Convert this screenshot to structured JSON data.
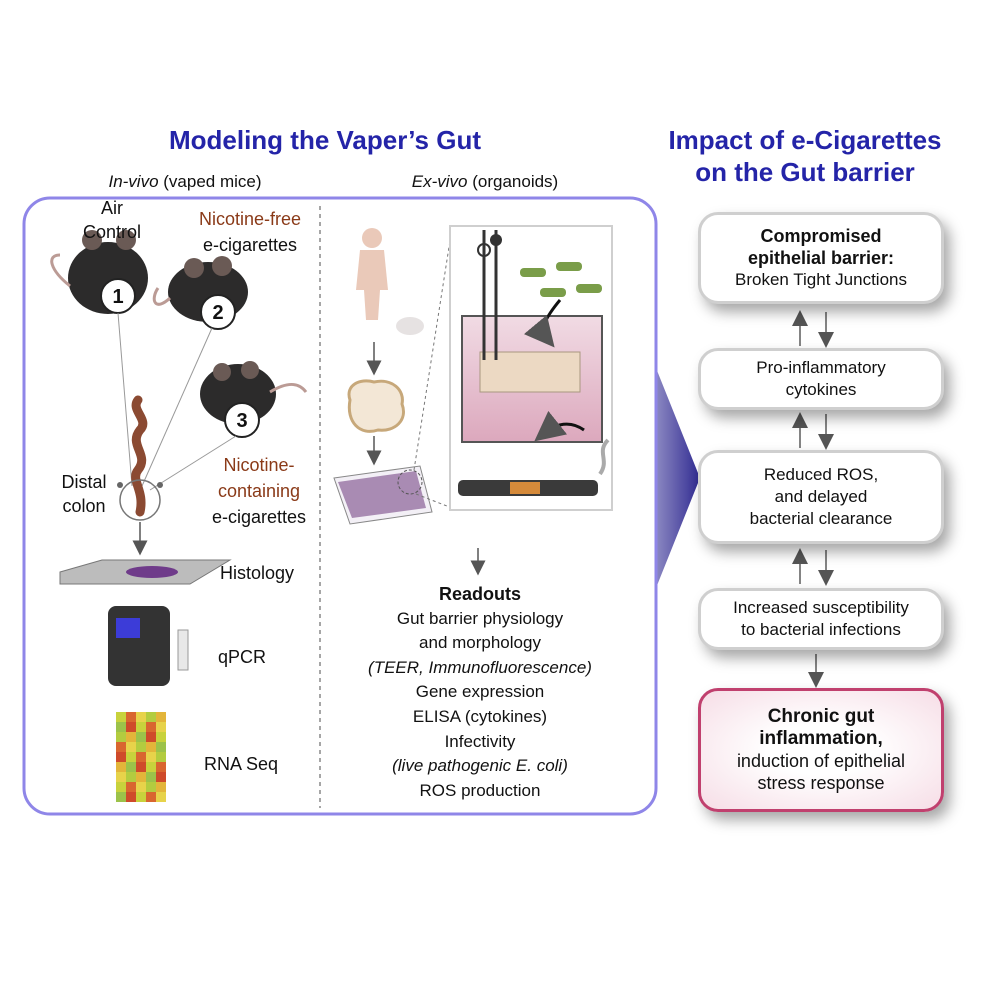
{
  "left_title": "Modeling the Vaper’s Gut",
  "right_title_line1": "Impact of e-Cigarettes",
  "right_title_line2": "on the Gut barrier",
  "in_vivo": {
    "italic": "In-vivo",
    "rest": " (vaped mice)"
  },
  "ex_vivo": {
    "italic": "Ex-vivo",
    "rest": " (organoids)"
  },
  "mice": {
    "air_line1": "Air",
    "air_line2": "Control",
    "nic_free_line1": "Nicotine-free",
    "nic_free_line2": "e-cigarettes",
    "nic_cont_line1": "Nicotine-",
    "nic_cont_line2": "containing",
    "nic_cont_line3": "e-cigarettes",
    "badges": [
      "1",
      "2",
      "3"
    ]
  },
  "distal_colon_line1": "Distal",
  "distal_colon_line2": "colon",
  "methods": [
    "Histology",
    "qPCR",
    "RNA Seq"
  ],
  "readouts": {
    "title": "Readouts",
    "lines": [
      "Gut barrier physiology",
      "and morphology",
      "(TEER, Immunofluorescence)",
      "Gene expression",
      "ELISA (cytokines)",
      "Infectivity",
      "(live pathogenic E. coli)",
      "ROS production"
    ]
  },
  "flow": {
    "box1_bold1": "Compromised",
    "box1_bold2": "epithelial barrier:",
    "box1_text": "Broken Tight Junctions",
    "box2_line1": "Pro-inflammatory",
    "box2_line2": "cytokines",
    "box3_line1": "Reduced ROS,",
    "box3_line2": "and delayed",
    "box3_line3": "bacterial clearance",
    "box4_line1": "Increased susceptibility",
    "box4_line2": "to bacterial infections",
    "box5_bold1": "Chronic gut",
    "box5_bold2": "inflammation,",
    "box5_line1": "induction of epithelial",
    "box5_line2": "stress response"
  },
  "colors": {
    "title": "#2424a8",
    "frame": "#8f86e8",
    "brown": "#8a3a18",
    "accent": "#c0406e"
  }
}
